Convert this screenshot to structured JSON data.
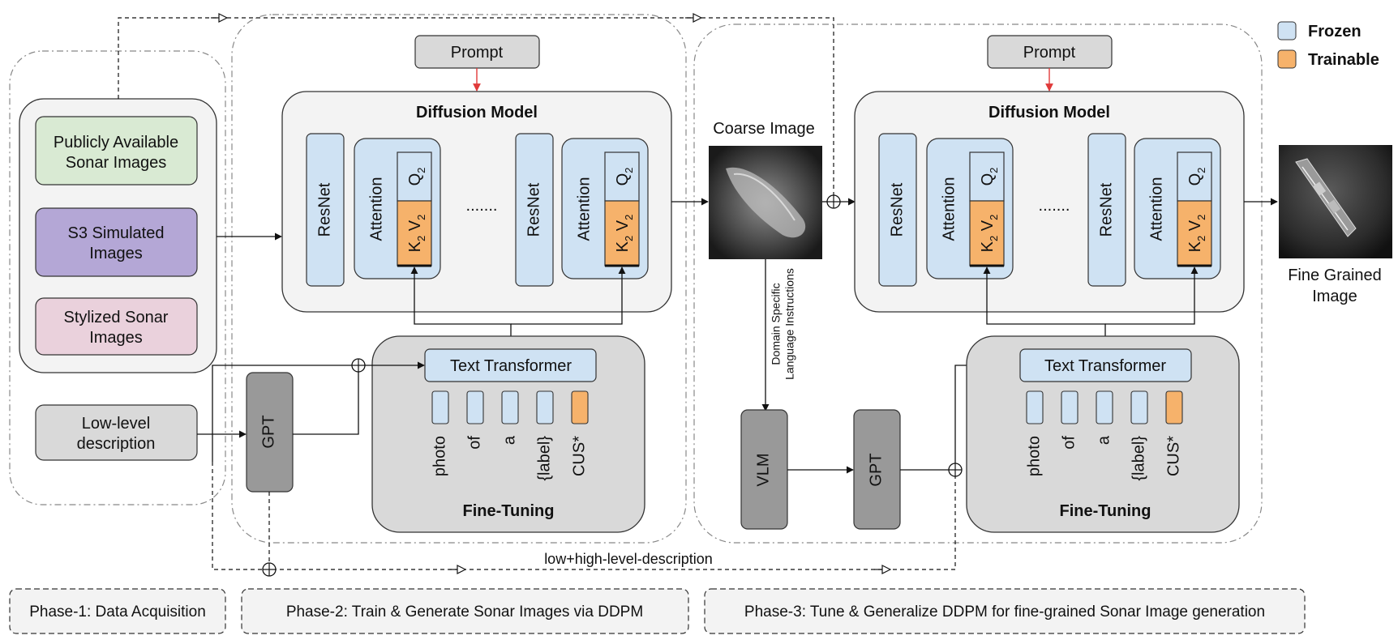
{
  "legend": {
    "frozen_label": "Frozen",
    "trainable_label": "Trainable"
  },
  "colors": {
    "frozen": "#cfe2f3",
    "trainable": "#f6b26b",
    "publicly_available": "#d9ead3",
    "simulated": "#b4a7d6",
    "stylized": "#ead1dc",
    "gray_block": "#d9d9d9",
    "dark_block": "#999999",
    "panel": "#f3f3f3",
    "arrow_red": "#e03a3a"
  },
  "phase1": {
    "sources": {
      "public": [
        "Publicly Available",
        "Sonar Images"
      ],
      "simulated": [
        "S3 Simulated",
        "Images"
      ],
      "stylized": [
        "Stylized Sonar",
        "Images"
      ]
    },
    "low_level": [
      "Low-level",
      "description"
    ]
  },
  "phase2": {
    "prompt": "Prompt",
    "diffusion_title": "Diffusion Model",
    "resnet": "ResNet",
    "attention": "Attention",
    "q": "Q",
    "q_sub": "2",
    "k": "K",
    "v": "V",
    "kv_sub": "2",
    "ellipsis": ".......",
    "gpt": "GPT",
    "text_transformer": "Text Transformer",
    "tokens": [
      "photo",
      "of",
      "a",
      "{label}",
      "CUS*"
    ],
    "finetuning": "Fine-Tuning"
  },
  "phase3": {
    "coarse_image": "Coarse Image",
    "domain_instructions": [
      "Domain Specific",
      "Language Instructions"
    ],
    "vlm": "VLM",
    "gpt": "GPT",
    "prompt": "Prompt",
    "diffusion_title": "Diffusion Model",
    "resnet": "ResNet",
    "attention": "Attention",
    "q": "Q",
    "q_sub": "2",
    "k": "K",
    "v": "V",
    "kv_sub": "2",
    "ellipsis": ".......",
    "text_transformer": "Text Transformer",
    "tokens": [
      "photo",
      "of",
      "a",
      "{label}",
      "CUS*"
    ],
    "finetuning": "Fine-Tuning",
    "fine_grained": [
      "Fine Grained",
      "Image"
    ]
  },
  "description_label": "low+high-level-description",
  "phase_labels": {
    "p1": "Phase-1: Data Acquisition",
    "p2": "Phase-2: Train & Generate Sonar Images via DDPM",
    "p3": "Phase-3: Tune & Generalize DDPM for fine-grained Sonar Image generation"
  }
}
